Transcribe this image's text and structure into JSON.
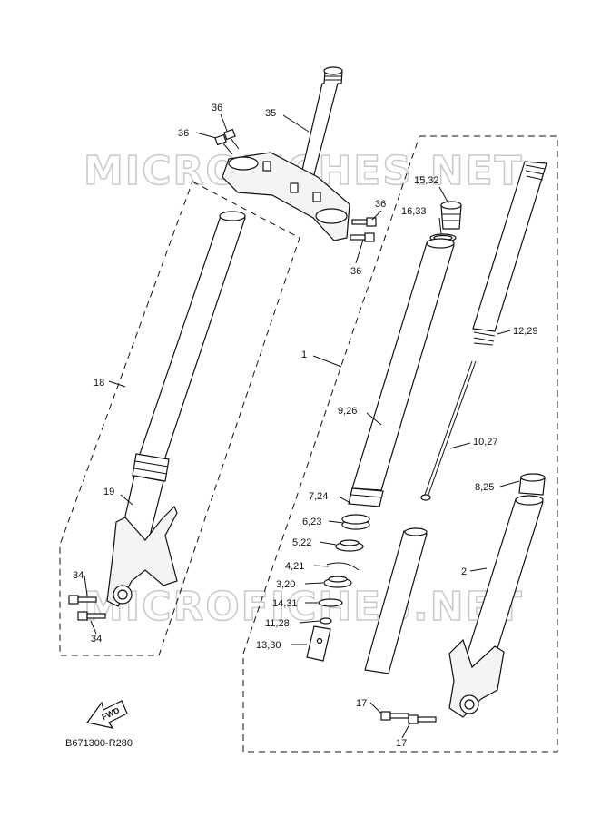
{
  "watermark": "MICROFICHES.NET",
  "diagram_code": "B671300-R280",
  "fwd_arrow_text": "FWD",
  "callouts": {
    "c35": "35",
    "c36a": "36",
    "c36b": "36",
    "c36c": "36",
    "c36d": "36",
    "c1532": "15,32",
    "c1633": "16,33",
    "c1229": "12,29",
    "c1": "1",
    "c18": "18",
    "c926": "9,26",
    "c1027": "10,27",
    "c825": "8,25",
    "c724": "7,24",
    "c623": "6,23",
    "c522": "5,22",
    "c421": "4,21",
    "c320": "3,20",
    "c1431": "14,31",
    "c1128": "11,28",
    "c1330": "13,30",
    "c19": "19",
    "c2": "2",
    "c34a": "34",
    "c34b": "34",
    "c17a": "17",
    "c17b": "17"
  }
}
